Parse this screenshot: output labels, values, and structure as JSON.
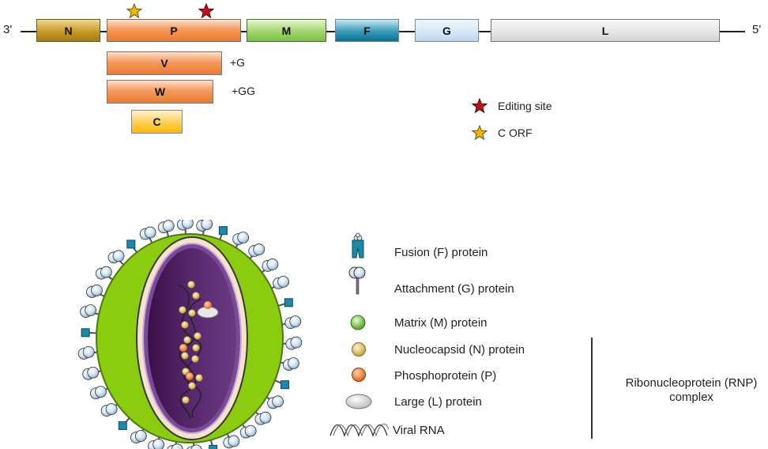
{
  "genome": {
    "left_end": "3'",
    "right_end": "5'",
    "genes": [
      {
        "id": "N",
        "label": "N",
        "color": "#c89a2a"
      },
      {
        "id": "P",
        "label": "P",
        "color": "#ec7a30"
      },
      {
        "id": "M",
        "label": "M",
        "color": "#78c040"
      },
      {
        "id": "F",
        "label": "F",
        "color": "#0a7090"
      },
      {
        "id": "G",
        "label": "G",
        "color": "#bcd6ee"
      },
      {
        "id": "L",
        "label": "L",
        "color": "#d2d2d2"
      }
    ],
    "p_products": [
      {
        "id": "V",
        "label": "V",
        "note": "+G"
      },
      {
        "id": "W",
        "label": "W",
        "note": "+GG"
      },
      {
        "id": "C",
        "label": "C",
        "note": ""
      }
    ],
    "markers": {
      "editing_site": {
        "label": "Editing site",
        "color": "#c0101a"
      },
      "c_orf": {
        "label": "C ORF",
        "color": "#f5b800"
      }
    }
  },
  "virion_legend": {
    "items": [
      {
        "icon": "fusion-protein-icon",
        "label": "Fusion (F) protein"
      },
      {
        "icon": "attachment-protein-icon",
        "label": "Attachment (G) protein"
      },
      {
        "icon": "matrix-protein-icon",
        "label": "Matrix (M) protein"
      },
      {
        "icon": "nucleocapsid-protein-icon",
        "label": "Nucleocapsid (N) protein"
      },
      {
        "icon": "phosphoprotein-icon",
        "label": "Phosphoprotein (P)"
      },
      {
        "icon": "large-protein-icon",
        "label": "Large (L) protein"
      },
      {
        "icon": "viral-rna-icon",
        "label": "Viral RNA"
      }
    ],
    "rnp_group": {
      "line1": "Ribonucleoprotein (RNP)",
      "line2": "complex"
    }
  }
}
